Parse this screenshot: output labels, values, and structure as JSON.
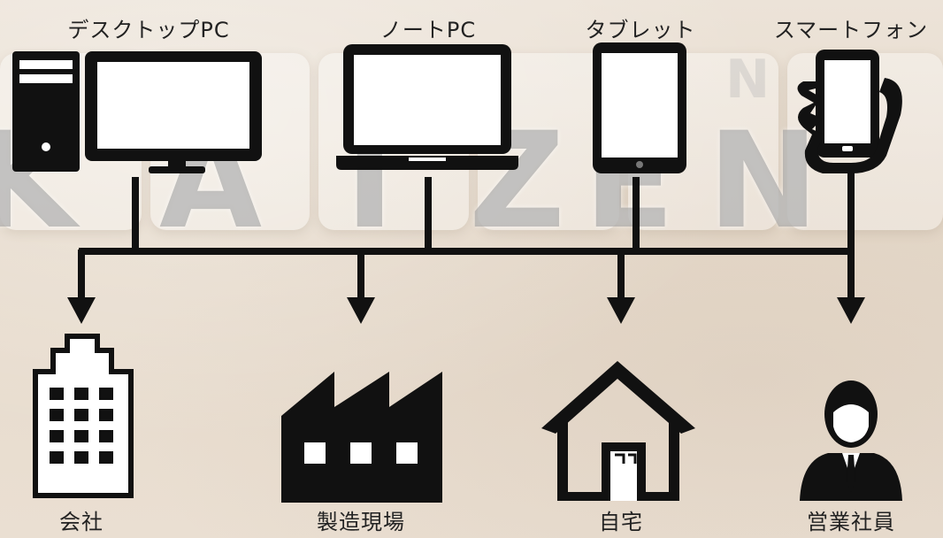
{
  "background": {
    "watermark_text": "KAIZEN"
  },
  "devices": [
    {
      "id": "desktop",
      "label": "デスクトップPC",
      "icon": "desktop-pc-icon"
    },
    {
      "id": "laptop",
      "label": "ノートPC",
      "icon": "laptop-icon"
    },
    {
      "id": "tablet",
      "label": "タブレット",
      "icon": "tablet-icon"
    },
    {
      "id": "smartphone",
      "label": "スマートフォン",
      "icon": "smartphone-icon"
    }
  ],
  "locations": [
    {
      "id": "office",
      "label": "会社",
      "icon": "office-building-icon"
    },
    {
      "id": "factory",
      "label": "製造現場",
      "icon": "factory-icon"
    },
    {
      "id": "home",
      "label": "自宅",
      "icon": "house-icon"
    },
    {
      "id": "sales",
      "label": "営業社員",
      "icon": "salesperson-icon"
    }
  ],
  "colors": {
    "icon": "#111111",
    "background": "#e9ddcf",
    "text": "#222222"
  }
}
